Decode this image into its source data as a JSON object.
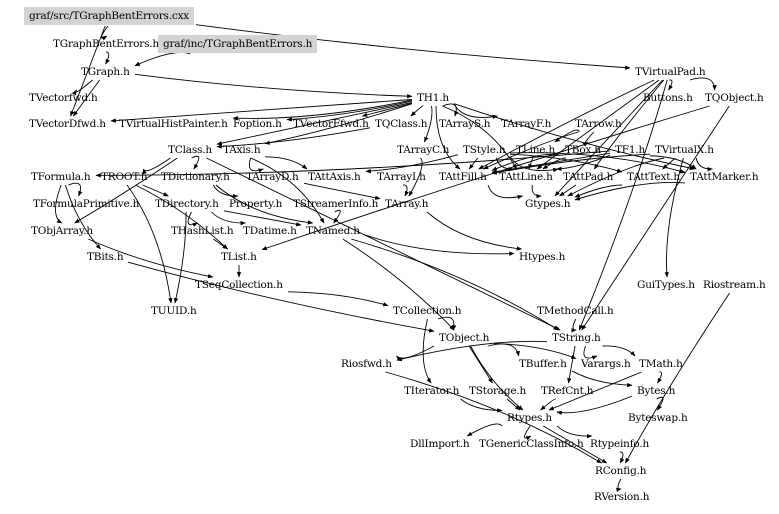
{
  "diagram": {
    "type": "include-dependency-graph",
    "highlight_color": "#d3d3d3",
    "nodes": [
      {
        "id": "src",
        "label": "graf/src/TGraphBentErrors.cxx",
        "root": true
      },
      {
        "id": "tgbe",
        "label": "TGraphBentErrors.h"
      },
      {
        "id": "inc",
        "label": "graf/inc/TGraphBentErrors.h",
        "root": true
      },
      {
        "id": "tgraph",
        "label": "TGraph.h"
      },
      {
        "id": "tvpad",
        "label": "TVirtualPad.h"
      },
      {
        "id": "tvfwd",
        "label": "TVectorfwd.h"
      },
      {
        "id": "th1",
        "label": "TH1.h"
      },
      {
        "id": "buttons",
        "label": "Buttons.h"
      },
      {
        "id": "tqobject",
        "label": "TQObject.h"
      },
      {
        "id": "tvdfwd",
        "label": "TVectorDfwd.h"
      },
      {
        "id": "tvhp",
        "label": "TVirtualHistPainter.h"
      },
      {
        "id": "foption",
        "label": "Foption.h"
      },
      {
        "id": "tvffwd",
        "label": "TVectorFfwd.h"
      },
      {
        "id": "tqclass",
        "label": "TQClass.h"
      },
      {
        "id": "tarrays",
        "label": "TArrayS.h"
      },
      {
        "id": "tarrayf",
        "label": "TArrayF.h"
      },
      {
        "id": "tarrow",
        "label": "TArrow.h"
      },
      {
        "id": "tclass",
        "label": "TClass.h"
      },
      {
        "id": "taxis",
        "label": "TAxis.h"
      },
      {
        "id": "tarrayc",
        "label": "TArrayC.h"
      },
      {
        "id": "tstyle",
        "label": "TStyle.h"
      },
      {
        "id": "tline",
        "label": "TLine.h"
      },
      {
        "id": "tbox",
        "label": "TBox.h"
      },
      {
        "id": "tf1",
        "label": "TF1.h"
      },
      {
        "id": "tvirtualx",
        "label": "TVirtualX.h"
      },
      {
        "id": "tformula",
        "label": "TFormula.h"
      },
      {
        "id": "troot",
        "label": "TROOT.h"
      },
      {
        "id": "tdict",
        "label": "TDictionary.h"
      },
      {
        "id": "tarrayd",
        "label": "TArrayD.h"
      },
      {
        "id": "tattaxis",
        "label": "TAttAxis.h"
      },
      {
        "id": "tarrayi",
        "label": "TArrayI.h"
      },
      {
        "id": "tattfill",
        "label": "TAttFill.h"
      },
      {
        "id": "tattline",
        "label": "TAttLine.h"
      },
      {
        "id": "tattpad",
        "label": "TAttPad.h"
      },
      {
        "id": "tatttext",
        "label": "TAttText.h"
      },
      {
        "id": "tattmarker",
        "label": "TAttMarker.h"
      },
      {
        "id": "tfprim",
        "label": "TFormulaPrimitive.h"
      },
      {
        "id": "tdir",
        "label": "TDirectory.h"
      },
      {
        "id": "property",
        "label": "Property.h"
      },
      {
        "id": "tsinfo",
        "label": "TStreamerInfo.h"
      },
      {
        "id": "tarray",
        "label": "TArray.h"
      },
      {
        "id": "gtypes",
        "label": "Gtypes.h"
      },
      {
        "id": "tobjarray",
        "label": "TObjArray.h"
      },
      {
        "id": "thashlist",
        "label": "THashList.h"
      },
      {
        "id": "tdatime",
        "label": "TDatime.h"
      },
      {
        "id": "tnamed",
        "label": "TNamed.h"
      },
      {
        "id": "tbits",
        "label": "TBits.h"
      },
      {
        "id": "tlist",
        "label": "TList.h"
      },
      {
        "id": "htypes",
        "label": "Htypes.h"
      },
      {
        "id": "tseqcoll",
        "label": "TSeqCollection.h"
      },
      {
        "id": "guitypes",
        "label": "GuiTypes.h"
      },
      {
        "id": "riostream",
        "label": "Riostream.h"
      },
      {
        "id": "tuuid",
        "label": "TUUID.h"
      },
      {
        "id": "tcoll",
        "label": "TCollection.h"
      },
      {
        "id": "tmethodcall",
        "label": "TMethodCall.h"
      },
      {
        "id": "tobject",
        "label": "TObject.h"
      },
      {
        "id": "tstring",
        "label": "TString.h"
      },
      {
        "id": "riosfwd",
        "label": "Riosfwd.h"
      },
      {
        "id": "tbuffer",
        "label": "TBuffer.h"
      },
      {
        "id": "varargs",
        "label": "Varargs.h"
      },
      {
        "id": "tmath",
        "label": "TMath.h"
      },
      {
        "id": "titerator",
        "label": "TIterator.h"
      },
      {
        "id": "tstorage",
        "label": "TStorage.h"
      },
      {
        "id": "trefcnt",
        "label": "TRefCnt.h"
      },
      {
        "id": "bytes",
        "label": "Bytes.h"
      },
      {
        "id": "rtypes",
        "label": "Rtypes.h"
      },
      {
        "id": "byteswap",
        "label": "Byteswap.h"
      },
      {
        "id": "dllimport",
        "label": "DllImport.h"
      },
      {
        "id": "tgci",
        "label": "TGenericClassInfo.h"
      },
      {
        "id": "rtypeinfo",
        "label": "Rtypeinfo.h"
      },
      {
        "id": "rconfig",
        "label": "RConfig.h"
      },
      {
        "id": "rversion",
        "label": "RVersion.h"
      }
    ],
    "edges": [
      [
        "src",
        "tgbe"
      ],
      [
        "src",
        "tvpad"
      ],
      [
        "src",
        "tvdfwd"
      ],
      [
        "tgbe",
        "tgraph"
      ],
      [
        "inc",
        "tgraph"
      ],
      [
        "tgraph",
        "tvfwd"
      ],
      [
        "tgraph",
        "th1"
      ],
      [
        "tgraph",
        "tvdfwd"
      ],
      [
        "tvpad",
        "buttons"
      ],
      [
        "tvpad",
        "tqobject"
      ],
      [
        "tvpad",
        "tattpad"
      ],
      [
        "tvpad",
        "gtypes"
      ],
      [
        "tvpad",
        "tattline"
      ],
      [
        "tvpad",
        "tattfill"
      ],
      [
        "tvpad",
        "tstring"
      ],
      [
        "th1",
        "tvhp"
      ],
      [
        "th1",
        "foption"
      ],
      [
        "th1",
        "tvffwd"
      ],
      [
        "th1",
        "tqclass"
      ],
      [
        "th1",
        "tarrays"
      ],
      [
        "th1",
        "tarrayf"
      ],
      [
        "th1",
        "taxis"
      ],
      [
        "th1",
        "tclass"
      ],
      [
        "th1",
        "tarrayc"
      ],
      [
        "th1",
        "tattline"
      ],
      [
        "th1",
        "tattfill"
      ],
      [
        "th1",
        "tattmarker"
      ],
      [
        "th1",
        "tvdfwd"
      ],
      [
        "tarrow",
        "tattfill"
      ],
      [
        "tarrow",
        "tline"
      ],
      [
        "tarrow",
        "tbox"
      ],
      [
        "tqclass",
        "tclass"
      ],
      [
        "tqobject",
        "tstring"
      ],
      [
        "tqobject",
        "tlist"
      ],
      [
        "tclass",
        "tdict"
      ],
      [
        "tclass",
        "troot"
      ],
      [
        "tclass",
        "tobjarray"
      ],
      [
        "tclass",
        "tstring"
      ],
      [
        "taxis",
        "tattaxis"
      ],
      [
        "taxis",
        "tnamed"
      ],
      [
        "taxis",
        "tarrayd"
      ],
      [
        "tstyle",
        "tattline"
      ],
      [
        "tstyle",
        "tattfill"
      ],
      [
        "tstyle",
        "tatttext"
      ],
      [
        "tstyle",
        "tattmarker"
      ],
      [
        "tstyle",
        "tattpad"
      ],
      [
        "tstyle",
        "tattaxis"
      ],
      [
        "tline",
        "tattline"
      ],
      [
        "tbox",
        "tattline"
      ],
      [
        "tbox",
        "tattfill"
      ],
      [
        "tf1",
        "tformula"
      ],
      [
        "tf1",
        "tattline"
      ],
      [
        "tf1",
        "tattfill"
      ],
      [
        "tf1",
        "tattmarker"
      ],
      [
        "tvirtualx",
        "gtypes"
      ],
      [
        "tvirtualx",
        "guitypes"
      ],
      [
        "tvirtualx",
        "tattmarker"
      ],
      [
        "tvirtualx",
        "tatttext"
      ],
      [
        "tvirtualx",
        "tattfill"
      ],
      [
        "tformula",
        "tfprim"
      ],
      [
        "tformula",
        "tobjarray"
      ],
      [
        "tformula",
        "tbits"
      ],
      [
        "troot",
        "tdir"
      ],
      [
        "troot",
        "tlist"
      ],
      [
        "troot",
        "tuuid"
      ],
      [
        "tdict",
        "tnamed"
      ],
      [
        "tdict",
        "property"
      ],
      [
        "tarrayd",
        "tarray"
      ],
      [
        "tarrayi",
        "tarray"
      ],
      [
        "tarrayc",
        "tarray"
      ],
      [
        "tattfill",
        "gtypes"
      ],
      [
        "tattline",
        "gtypes"
      ],
      [
        "tattpad",
        "gtypes"
      ],
      [
        "tatttext",
        "gtypes"
      ],
      [
        "tattmarker",
        "gtypes"
      ],
      [
        "tdir",
        "thashlist"
      ],
      [
        "tdir",
        "tdatime"
      ],
      [
        "tdir",
        "tnamed"
      ],
      [
        "tdir",
        "tuuid"
      ],
      [
        "tsinfo",
        "tnamed"
      ],
      [
        "tarray",
        "htypes"
      ],
      [
        "tobjarray",
        "tseqcoll"
      ],
      [
        "thashlist",
        "tlist"
      ],
      [
        "tnamed",
        "tobject"
      ],
      [
        "tnamed",
        "tstring"
      ],
      [
        "tnamed",
        "htypes"
      ],
      [
        "tbits",
        "tobject"
      ],
      [
        "tlist",
        "tseqcoll"
      ],
      [
        "tseqcoll",
        "tcoll"
      ],
      [
        "tcoll",
        "tobject"
      ],
      [
        "tcoll",
        "titerator"
      ],
      [
        "tmethodcall",
        "tstring"
      ],
      [
        "tobject",
        "tstorage"
      ],
      [
        "tobject",
        "varargs"
      ],
      [
        "tobject",
        "tbuffer"
      ],
      [
        "tobject",
        "riosfwd"
      ],
      [
        "tobject",
        "rtypes"
      ],
      [
        "tstring",
        "trefcnt"
      ],
      [
        "tstring",
        "tmath"
      ],
      [
        "tstring",
        "riosfwd"
      ],
      [
        "tstring",
        "varargs"
      ],
      [
        "tbuffer",
        "bytes"
      ],
      [
        "tmath",
        "rtypes"
      ],
      [
        "tmath",
        "bytes"
      ],
      [
        "bytes",
        "byteswap"
      ],
      [
        "bytes",
        "rtypes"
      ],
      [
        "titerator",
        "rtypes"
      ],
      [
        "tstorage",
        "rtypes"
      ],
      [
        "trefcnt",
        "rtypes"
      ],
      [
        "rtypes",
        "dllimport"
      ],
      [
        "rtypes",
        "tgci"
      ],
      [
        "rtypes",
        "rtypeinfo"
      ],
      [
        "rtypes",
        "rconfig"
      ],
      [
        "rtypeinfo",
        "rconfig"
      ],
      [
        "riosfwd",
        "rconfig"
      ],
      [
        "riostream",
        "rconfig"
      ],
      [
        "rconfig",
        "rversion"
      ]
    ]
  }
}
